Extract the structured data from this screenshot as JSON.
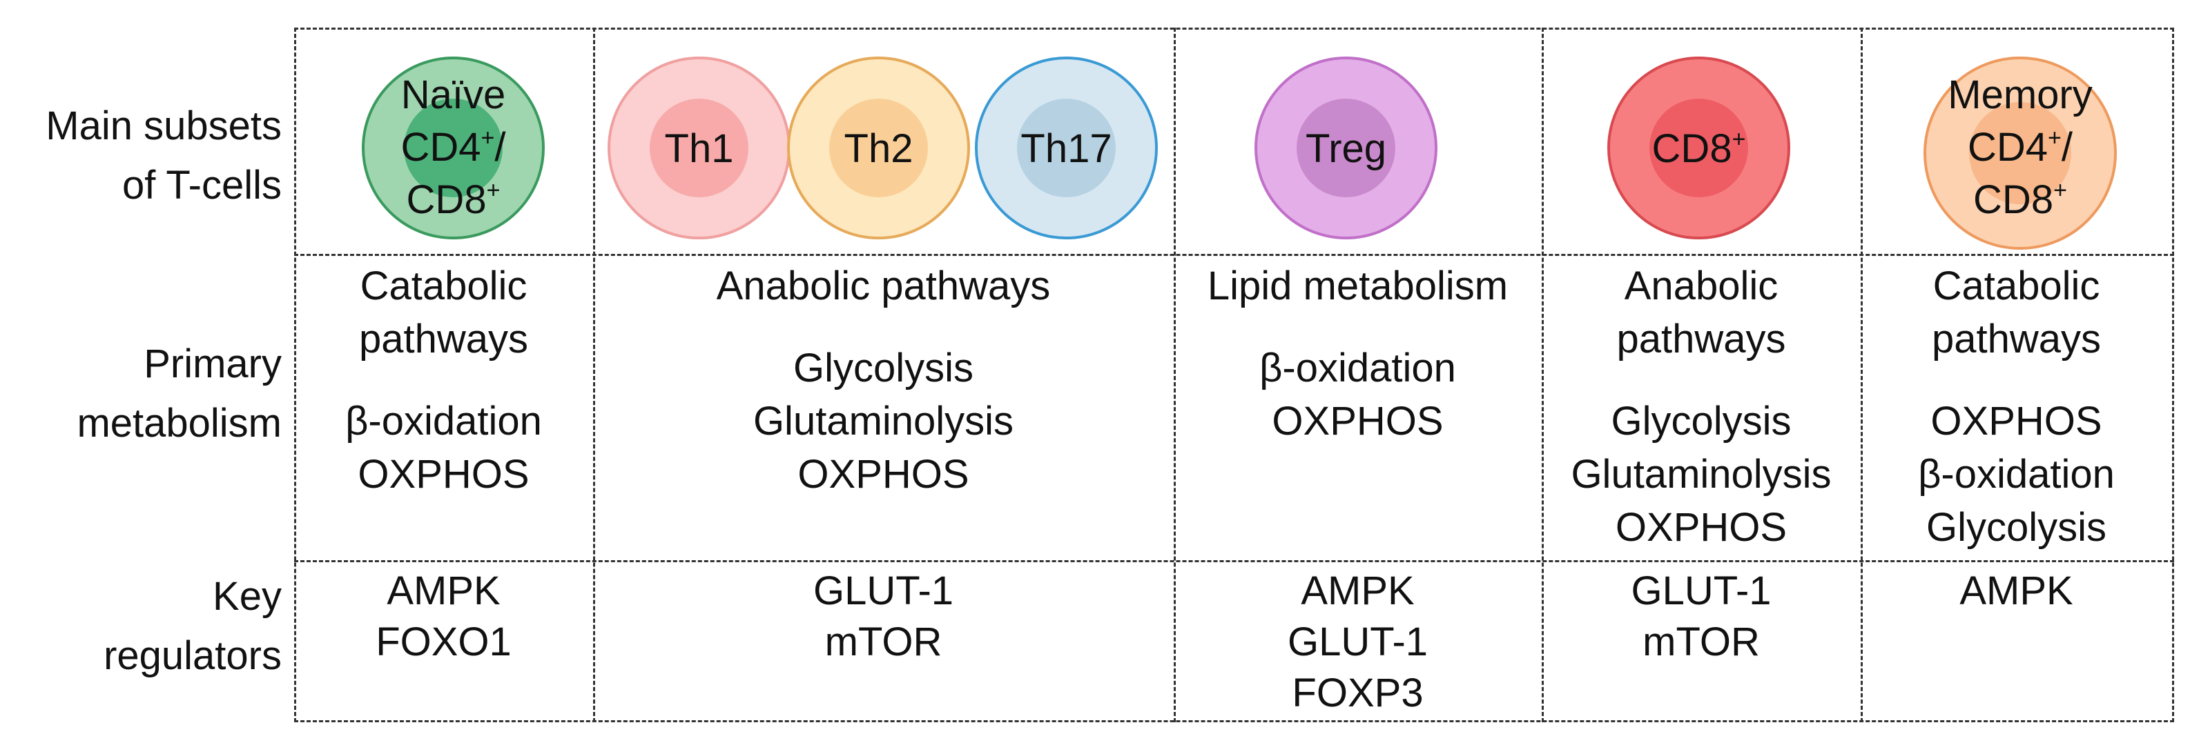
{
  "row_labels": {
    "subsets": [
      "Main subsets",
      "of T-cells"
    ],
    "metabolism": [
      "Primary",
      "metabolism"
    ],
    "regulators": [
      "Key",
      "regulators"
    ]
  },
  "cells": {
    "naive": {
      "line1": "Naïve",
      "line2_base": "CD4",
      "line2_sup": "+",
      "line2_tail": "/",
      "line3_base": "CD8",
      "line3_sup": "+"
    },
    "th1": {
      "label": "Th1"
    },
    "th2": {
      "label": "Th2"
    },
    "th17": {
      "label": "Th17"
    },
    "treg": {
      "label": "Treg"
    },
    "cd8": {
      "label_base": "CD8",
      "label_sup": "+"
    },
    "memory": {
      "line1": "Memory",
      "line2_base": "CD4",
      "line2_sup": "+",
      "line2_tail": "/",
      "line3_base": "CD8",
      "line3_sup": "+"
    }
  },
  "metabolism": {
    "col1": {
      "heading": [
        "Catabolic",
        "pathways"
      ],
      "items": [
        "β-oxidation",
        "OXPHOS"
      ]
    },
    "col2": {
      "heading": [
        "Anabolic pathways"
      ],
      "items": [
        "Glycolysis",
        "Glutaminolysis",
        "OXPHOS"
      ]
    },
    "col3": {
      "heading": [
        "Lipid metabolism"
      ],
      "items": [
        "β-oxidation",
        "OXPHOS"
      ]
    },
    "col4": {
      "heading": [
        "Anabolic",
        "pathways"
      ],
      "items": [
        "Glycolysis",
        "Glutaminolysis",
        "OXPHOS"
      ]
    },
    "col5": {
      "heading": [
        "Catabolic",
        "pathways"
      ],
      "items": [
        "OXPHOS",
        "β-oxidation",
        "Glycolysis"
      ]
    }
  },
  "regulators": {
    "col1": [
      "AMPK",
      "FOXO1"
    ],
    "col2": [
      "GLUT-1",
      "mTOR"
    ],
    "col3": [
      "AMPK",
      "GLUT-1",
      "FOXP3"
    ],
    "col4": [
      "GLUT-1",
      "mTOR"
    ],
    "col5": [
      "AMPK"
    ]
  },
  "colors": {
    "naive_outer": "#9fd6b0",
    "naive_inner": "#4db17a",
    "naive_border": "#3a9a5e",
    "th1_outer": "#fcd0d0",
    "th1_inner": "#f8aaaa",
    "th1_border": "#f0a0a0",
    "th2_outer": "#fde8bf",
    "th2_inner": "#f9cf97",
    "th2_border": "#e6aa5a",
    "th17_outer": "#d7e7f2",
    "th17_inner": "#b6d2e2",
    "th17_border": "#3a9ad4",
    "treg_outer": "#e4aee8",
    "treg_inner": "#c98acd",
    "treg_border": "#c070c8",
    "cd8_outer": "#f77e80",
    "cd8_inner": "#ee5d63",
    "cd8_border": "#d84a50",
    "memory_outer": "#fcd2b0",
    "memory_inner": "#f8b88b",
    "memory_border": "#ee9a5e"
  }
}
